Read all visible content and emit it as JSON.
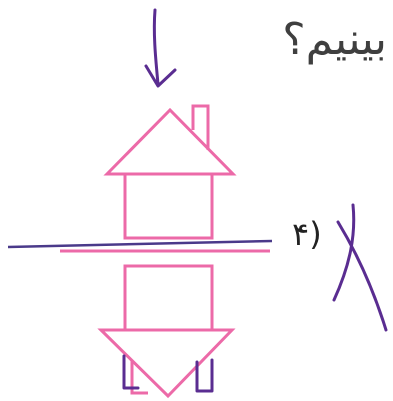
{
  "question_text": "بینیم؟",
  "option_label": "(۴",
  "colors": {
    "shape": "#ec6aa8",
    "ink": "#5a2d91",
    "text": "#3f3f3f"
  },
  "annotations": {
    "arrow": "pen-arrow-down",
    "cross": "pen-x-mark"
  }
}
